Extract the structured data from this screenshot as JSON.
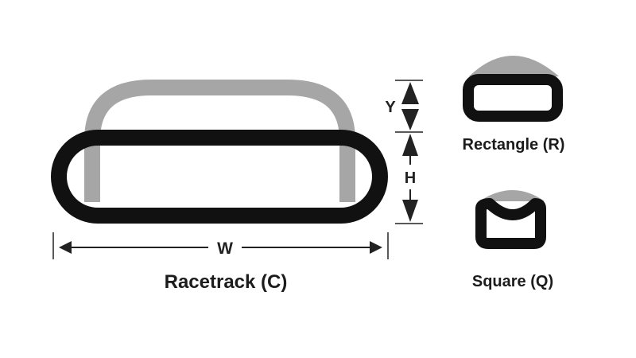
{
  "shapes": {
    "racetrack": {
      "label": "Racetrack (C)"
    },
    "rectangle": {
      "label": "Rectangle (R)"
    },
    "square": {
      "label": "Square (Q)"
    }
  },
  "dimensions": {
    "width": "W",
    "height": "H",
    "rise": "Y"
  },
  "colors": {
    "outline": "#111111",
    "shadow": "#a6a6a6",
    "dimension": "#222222",
    "background": "#ffffff"
  }
}
